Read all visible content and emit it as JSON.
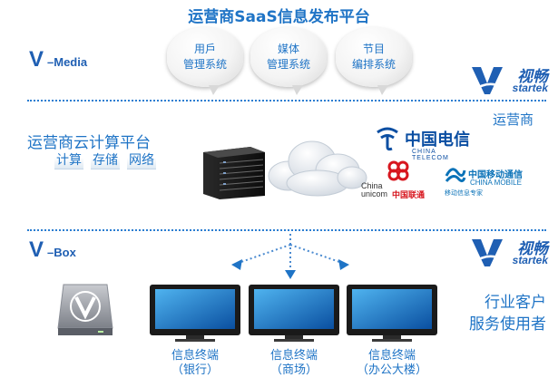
{
  "title": "运营商SaaS信息发布平台",
  "bubbles": [
    {
      "line1": "用戶",
      "line2": "管理系统"
    },
    {
      "line1": "媒体",
      "line2": "管理系统"
    },
    {
      "line1": "节目",
      "line2": "编排系统"
    }
  ],
  "v_media": {
    "v": "V",
    "text": "–Media"
  },
  "v_box": {
    "v": "V",
    "text": "–Box"
  },
  "brand": {
    "cn": "视畅",
    "en": "startek"
  },
  "operator_label": "运营商",
  "cloud_platform": {
    "title": "运营商云计算平台",
    "items": [
      "计算",
      "存储",
      "网络"
    ]
  },
  "carriers": {
    "telecom_cn": "中国电信",
    "telecom_en": "CHINA TELECOM",
    "unicom_en1": "China",
    "unicom_en2": "unicom",
    "unicom_cn": "中国联通",
    "mobile_cn": "中国移动通信",
    "mobile_en": "CHINA MOBILE",
    "mobile_slogan": "移动信息专家"
  },
  "monitors": [
    {
      "line1": "信息终端",
      "line2": "（银行）"
    },
    {
      "line1": "信息终端",
      "line2": "（商场）"
    },
    {
      "line1": "信息终端",
      "line2": "（办公大楼）"
    }
  ],
  "user_label": {
    "line1": "行业客户",
    "line2": "服务使用者"
  },
  "colors": {
    "accent": "#1f74c6",
    "brand": "#1f5fb3",
    "telecom": "#0b4ea2",
    "unicom": "#d7161e",
    "mobile": "#0a72b8"
  }
}
